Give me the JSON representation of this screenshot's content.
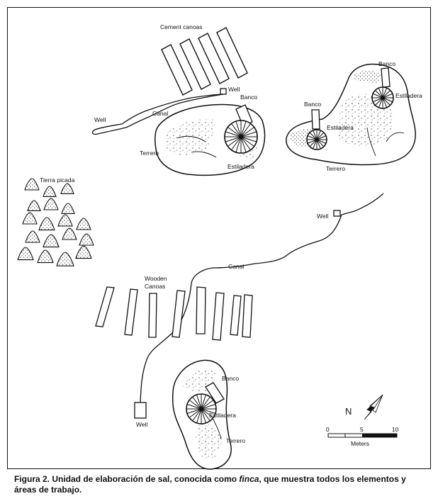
{
  "labels": {
    "cement_canoas": "Cement canoas",
    "well_top_small": "Well",
    "well_top_left": "Well",
    "canal_top": "Canal",
    "banco_center": "Banco",
    "terrero_center": "Terrero",
    "estiladera_center": "Estiladera",
    "banco_right_top": "Banco",
    "estiladera_right_top": "Estiladera",
    "banco_right_left": "Banco",
    "estiladera_right_left": "Estiladera",
    "terrero_right": "Terrero",
    "tierra_picada": "Tierra picada",
    "well_mid_right": "Well",
    "canal_mid": "Canal",
    "wooden_canoas_line1": "Wooden",
    "wooden_canoas_line2": "Canoas",
    "banco_bottom": "Banco",
    "estiladera_bottom": "Estiladera",
    "terrero_bottom": "Terrero",
    "well_bottom": "Well"
  },
  "north_arrow": {
    "label": "N"
  },
  "scale_bar": {
    "ticks": [
      "0",
      "5",
      "10"
    ],
    "unit": "Meters"
  },
  "caption": {
    "prefix": "Figura 2.  Unidad de elaboración de sal, conocida como ",
    "italic": "finca",
    "suffix": ", que muestra todos los elementos y áreas de trabajo."
  }
}
